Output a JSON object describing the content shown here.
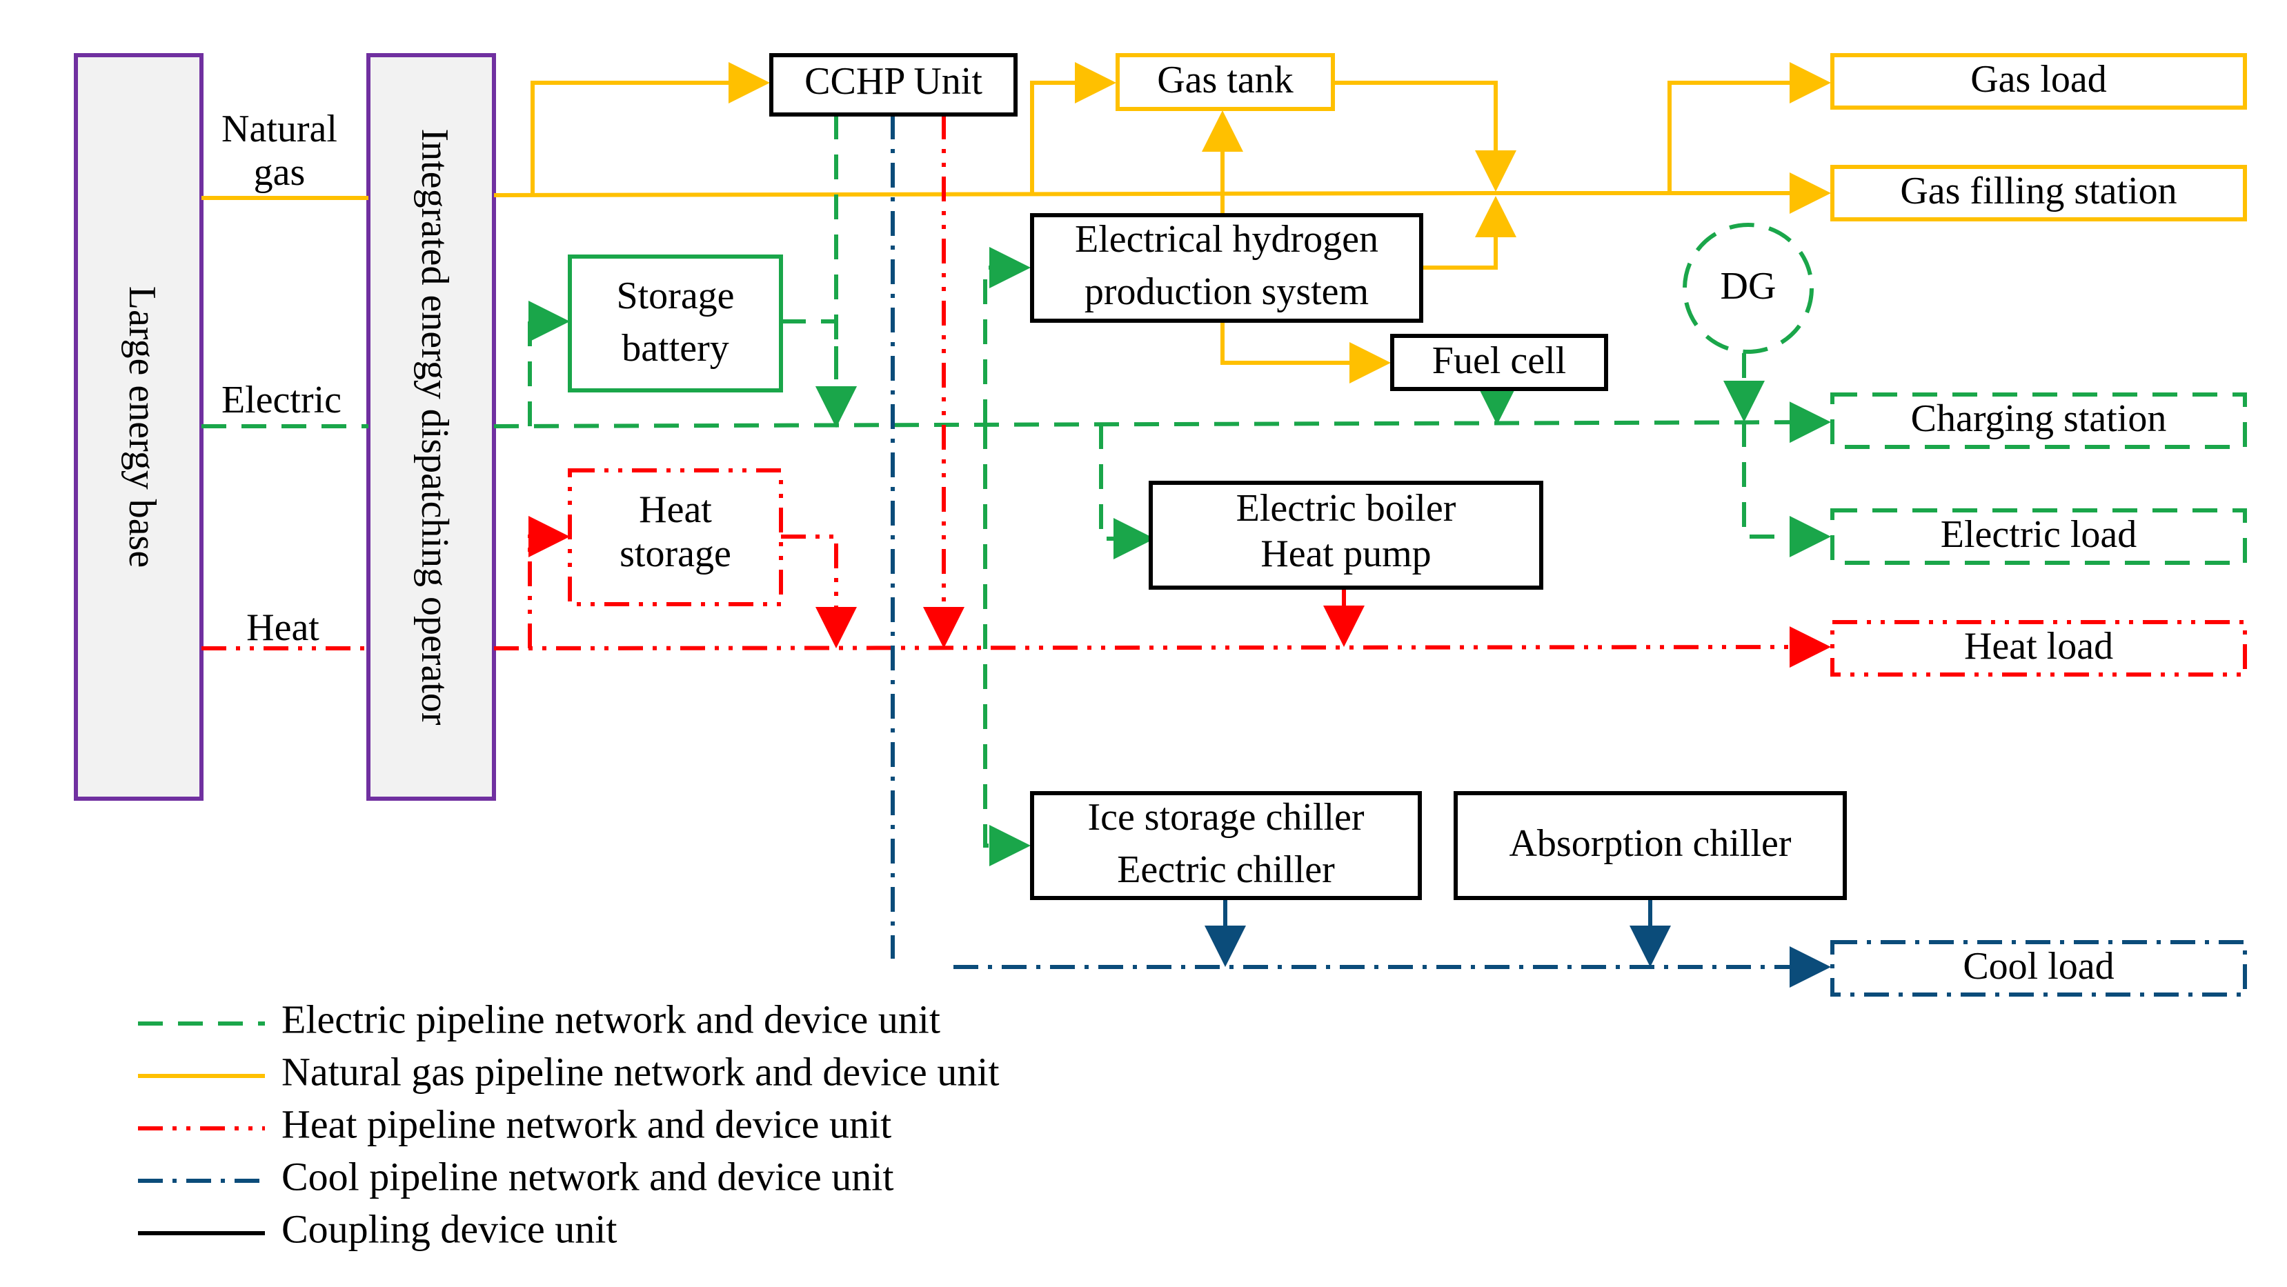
{
  "colors": {
    "gas": "#FFC000",
    "electric": "#1AA64A",
    "heat": "#FF0000",
    "cool": "#0B4C7A",
    "coupling": "#000000",
    "operator_border": "#7030A0",
    "operator_fill": "#F2F2F2"
  },
  "left": {
    "base": "Large energy base",
    "operator": "Integrated energy dispatching operator",
    "natural_gas_1": "Natural",
    "natural_gas_2": "gas",
    "electric": "Electric",
    "heat": "Heat"
  },
  "units": {
    "cchp": "CCHP Unit",
    "gas_tank": "Gas tank",
    "hydrogen_1": "Electrical hydrogen",
    "hydrogen_2": "production system",
    "fuel_cell": "Fuel cell",
    "storage_battery_1": "Storage",
    "storage_battery_2": "battery",
    "heat_storage_1": "Heat",
    "heat_storage_2": "storage",
    "boiler_1": "Electric boiler",
    "boiler_2": "Heat pump",
    "ice_1": "Ice storage chiller",
    "ice_2": "Eectric chiller",
    "absorption": "Absorption chiller",
    "dg": "DG"
  },
  "loads": {
    "gas_load": "Gas load",
    "gas_filling": "Gas filling station",
    "charging": "Charging station",
    "electric_load": "Electric load",
    "heat_load": "Heat load",
    "cool_load": "Cool load"
  },
  "legend": {
    "electric": "Electric  pipeline network and device unit",
    "gas": "Natural gas pipeline network and device unit",
    "heat": "Heat pipeline network and device unit",
    "cool": "Cool pipeline network and device unit",
    "coupling": "Coupling device unit"
  }
}
